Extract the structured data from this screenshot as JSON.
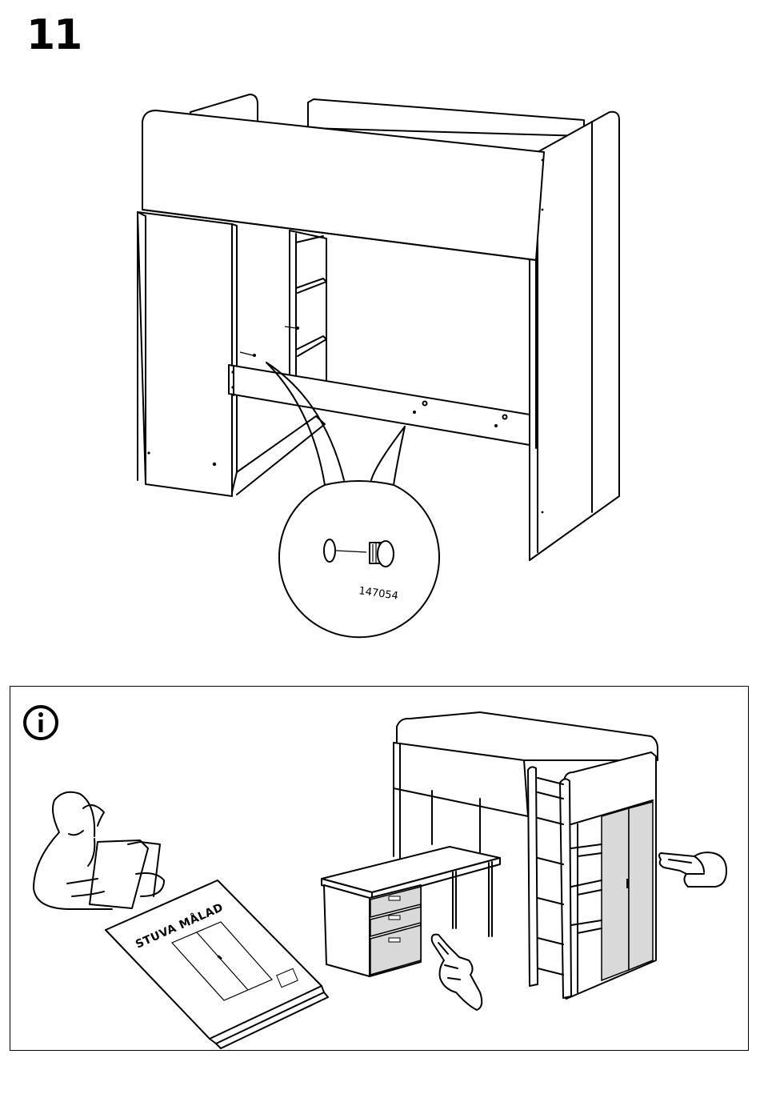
{
  "step": {
    "number": "11"
  },
  "detail": {
    "part_number": "147054"
  },
  "info_panel": {
    "icon": "info-icon",
    "booklet_title": "STUVA MÅLAD",
    "pointing_icons": [
      "pointing-hand-icon",
      "pointing-hand-icon"
    ]
  },
  "colors": {
    "line": "#000000",
    "background": "#ffffff",
    "highlight": "#d9d9d9"
  }
}
